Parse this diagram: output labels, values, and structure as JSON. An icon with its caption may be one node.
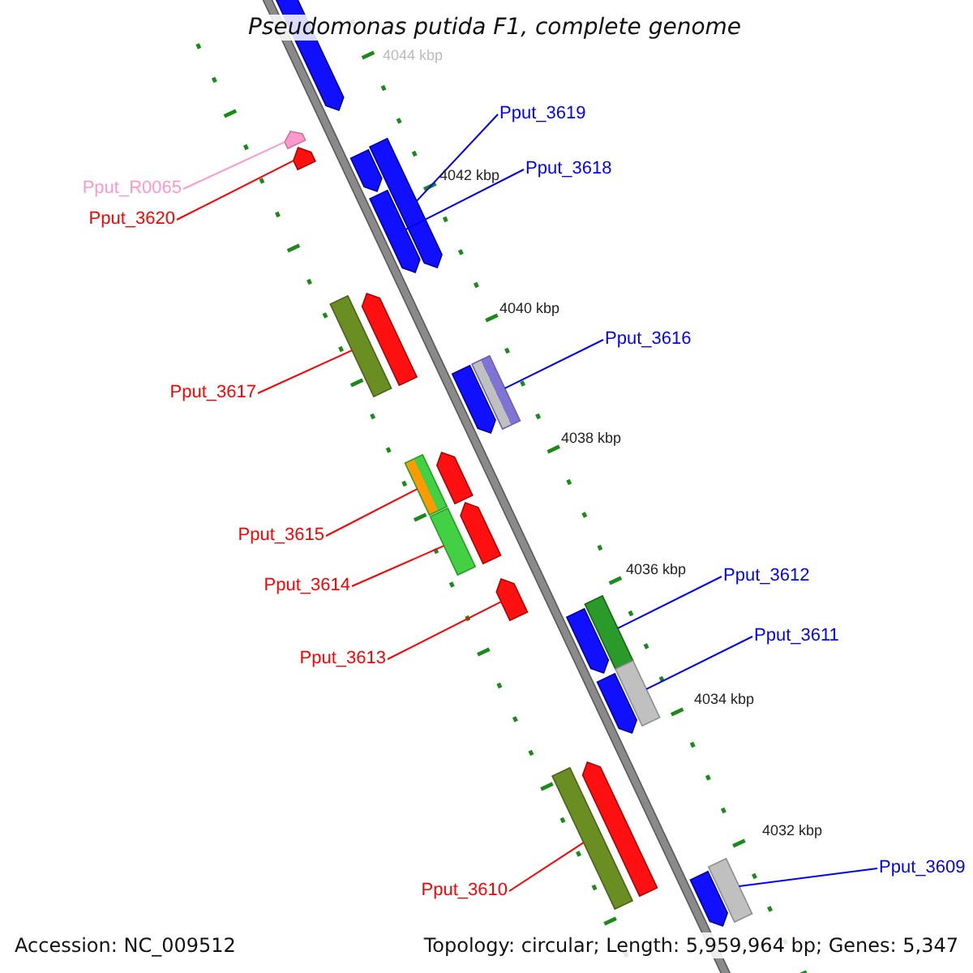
{
  "diagram": {
    "title": "Pseudomonas putida F1, complete genome",
    "nodes": [
      {
        "text": [],
        "shape": "arrow"
      },
      {
        "text": [
          "Pput_3619"
        ]
      },
      {
        "text": [],
        "shape": "arrow"
      },
      {
        "text": [],
        "shape": "arrow"
      },
      {
        "text": [
          "Pput_3618"
        ]
      },
      {
        "text": [],
        "shape": "arrow"
      },
      {
        "text": [
          "Pput_R0065"
        ]
      },
      {
        "text": [],
        "shape": "arrow"
      },
      {
        "text": [
          "Pput_3620"
        ]
      },
      {
        "text": [],
        "shape": "arrow"
      },
      {
        "text": [],
        "shape": "arrow"
      },
      {
        "text": [
          "Pput_3617"
        ]
      },
      {
        "text": [],
        "shape": "bar"
      },
      {
        "text": [],
        "shape": "arrow"
      },
      {
        "text": [
          "Pput_3616"
        ]
      },
      {
        "text": [],
        "shape": "bar"
      },
      {
        "text": [],
        "shape": "arrow"
      },
      {
        "text": [],
        "shape": "arrow"
      },
      {
        "text": [
          "Pput_3615"
        ]
      },
      {
        "text": [],
        "shape": "bar"
      },
      {
        "text": [
          "Pput_3614"
        ]
      },
      {
        "text": [],
        "shape": "bar"
      },
      {
        "text": [
          "Pput_3613"
        ]
      },
      {
        "text": [],
        "shape": "arrow"
      },
      {
        "text": [],
        "shape": "arrow"
      },
      {
        "text": [
          "Pput_3612"
        ]
      },
      {
        "text": [],
        "shape": "bar"
      },
      {
        "text": [],
        "shape": "arrow"
      },
      {
        "text": [
          "Pput_3611"
        ]
      },
      {
        "text": [],
        "shape": "bar"
      },
      {
        "text": [],
        "shape": "arrow"
      },
      {
        "text": [
          "Pput_3610"
        ]
      },
      {
        "text": [],
        "shape": "bar"
      },
      {
        "text": [],
        "shape": "arrow"
      },
      {
        "text": [
          "Pput_3609"
        ]
      },
      {
        "text": [],
        "shape": "bar"
      }
    ],
    "edges": [
      {
        "from": 1,
        "to": 2,
        "arrow": "none",
        "color": "#0000ff"
      },
      {
        "from": 4,
        "to": 5,
        "arrow": "none",
        "color": "#0000ff"
      },
      {
        "from": 6,
        "to": 7,
        "arrow": "none",
        "color": "#ff99cc"
      },
      {
        "from": 8,
        "to": 9,
        "arrow": "none",
        "color": "#ff0000"
      },
      {
        "from": 11,
        "to": 12,
        "arrow": "none",
        "color": "#ff0000"
      },
      {
        "from": 14,
        "to": 15,
        "arrow": "none",
        "color": "#0000ff"
      },
      {
        "from": 18,
        "to": 19,
        "arrow": "none",
        "color": "#ff0000"
      },
      {
        "from": 20,
        "to": 21,
        "arrow": "none",
        "color": "#ff0000"
      },
      {
        "from": 22,
        "to": 23,
        "arrow": "none",
        "color": "#ff0000"
      },
      {
        "from": 25,
        "to": 26,
        "arrow": "none",
        "color": "#0000ff"
      },
      {
        "from": 28,
        "to": 29,
        "arrow": "none",
        "color": "#0000ff"
      },
      {
        "from": 31,
        "to": 32,
        "arrow": "none",
        "color": "#ff0000"
      },
      {
        "from": 34,
        "to": 35,
        "arrow": "none",
        "color": "#0000ff"
      }
    ],
    "labels": [
      "4044 kbp",
      "4042 kbp",
      "4040 kbp",
      "4038 kbp",
      "4036 kbp",
      "4034 kbp",
      "4032 kbp",
      "Accession: NC_009512",
      "Topology: circular; Length: 5,959,964 bp; Genes: 5,347"
    ]
  }
}
